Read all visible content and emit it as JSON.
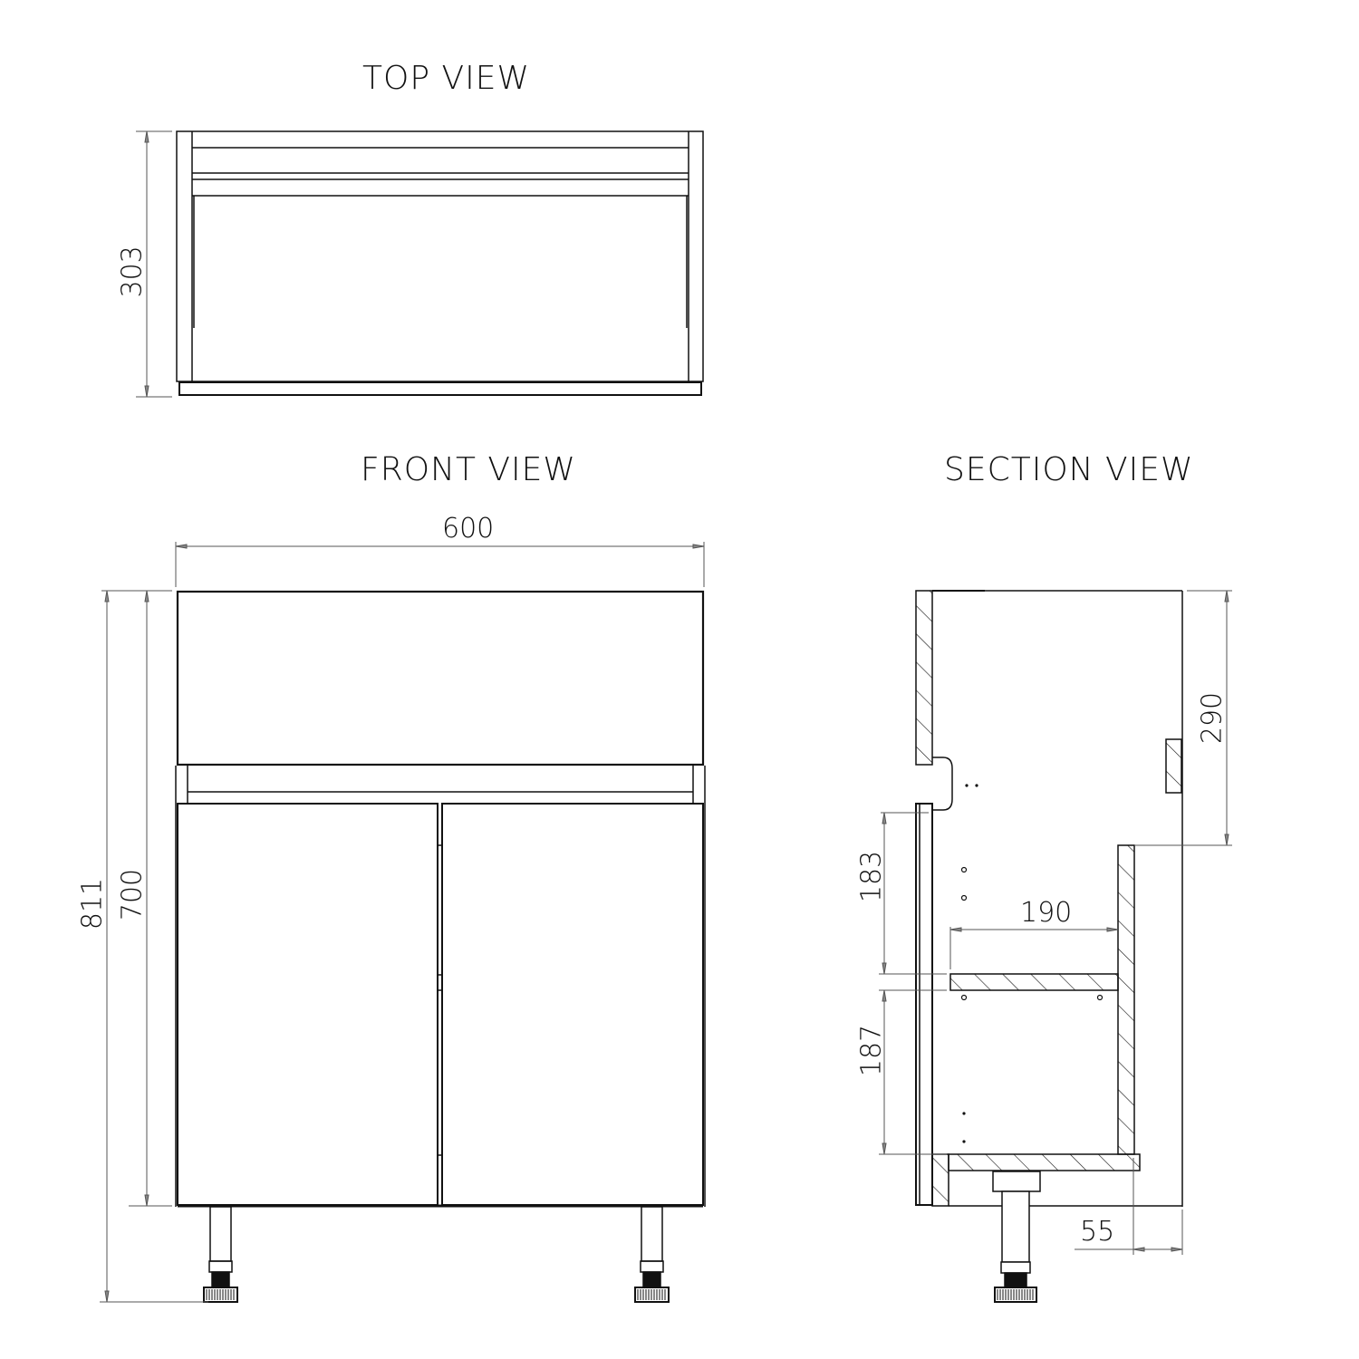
{
  "views": {
    "top": {
      "title": "TOP VIEW",
      "dimensions": {
        "depth": "303"
      }
    },
    "front": {
      "title": "FRONT VIEW",
      "dimensions": {
        "width": "600",
        "overall_height": "811",
        "carcass_height": "700"
      }
    },
    "section": {
      "title": "SECTION VIEW",
      "dimensions": {
        "drawer_height": "290",
        "upper_shelf_gap": "183",
        "lower_shelf_gap": "187",
        "shelf_depth": "190",
        "back_recess": "55"
      }
    }
  },
  "colors": {
    "line": "#111111",
    "dim_line": "#555555",
    "background": "#ffffff"
  }
}
